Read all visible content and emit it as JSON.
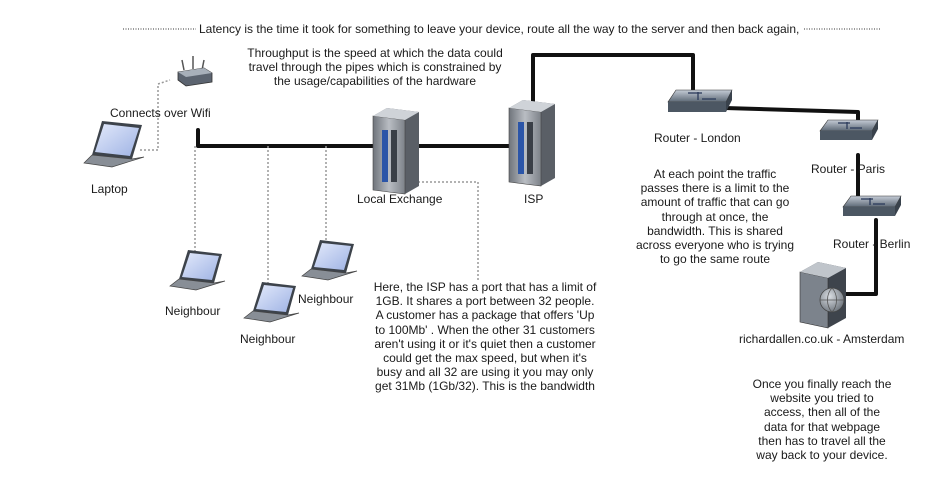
{
  "texts": {
    "latency": "Latency is the time it took for something to leave your device, route all the way to the server and then back again,",
    "throughput": [
      "Throughput is the speed at which the data could",
      "travel through the pipes which is constrained by",
      "the usage/capabilities of the hardware"
    ],
    "wifi": "Connects over Wifi",
    "laptop": "Laptop",
    "neighbour_a": "Neighbour",
    "neighbour_b": "Neighbour",
    "neighbour_c": "Neighbour",
    "local_exchange": "Local Exchange",
    "isp": "ISP",
    "router_london": "Router - London",
    "router_paris": "Router - Paris",
    "router_berlin": "Router - Berlin",
    "server": "richardallen.co.uk - Amsterdam",
    "bandwidth_note": [
      "At each point the traffic",
      "passes there is a limit to the",
      "amount of traffic that can go",
      "through at once, the",
      "bandwidth. This is shared",
      "across everyone who is trying",
      "to go the same route"
    ],
    "isp_note": [
      "Here, the ISP has a port that has a limit of",
      "1GB. It shares a port between 32 people.",
      "A customer has a package that offers 'Up",
      "to 100Mb' . When the other 31 customers",
      "aren't using it or it's quiet then a customer",
      "could get the max speed, but when it's",
      "busy and all 32 are using it you may only",
      "get 31Mb (1Gb/32). This is the bandwidth"
    ],
    "return_note": [
      "Once you finally reach the",
      "website you tried to",
      "access, then all of the",
      "data for that webpage",
      "then has to travel all the",
      "way back to your device."
    ]
  },
  "colors": {
    "link": "#111111",
    "dotted": "#999999",
    "laptop_screen": "#b9c9ee",
    "server_body": "#8a8f96",
    "router_body": "#7a8796"
  }
}
